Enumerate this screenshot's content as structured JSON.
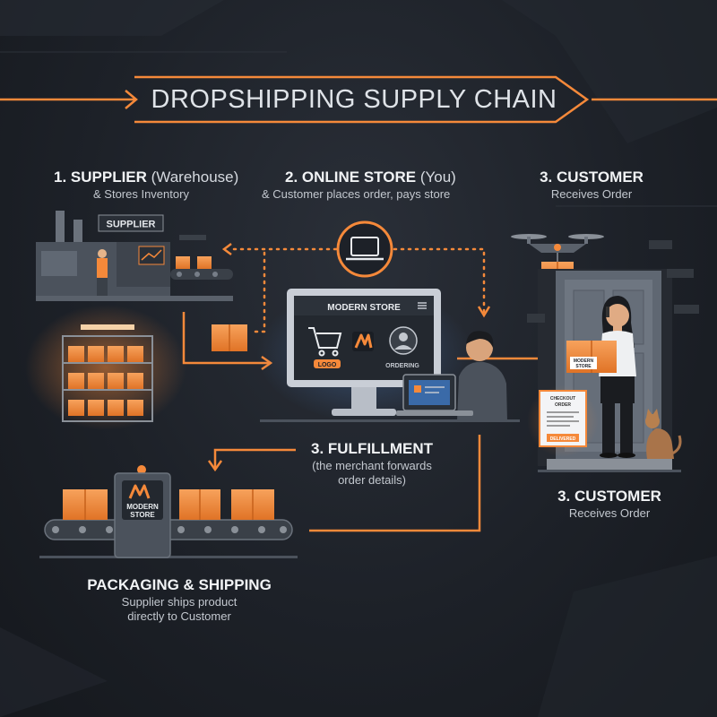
{
  "title": "DROPSHIPPING SUPPLY CHAIN",
  "stages": {
    "supplier": {
      "title_bold": "1. SUPPLIER",
      "title_light": " (Warehouse)",
      "subtitle": "& Stores Inventory"
    },
    "store": {
      "title_bold": "2. ONLINE STORE",
      "title_light": " (You)",
      "subtitle": "& Customer places order, pays store"
    },
    "customer_top": {
      "title": "3. CUSTOMER",
      "subtitle": "Receives Order"
    },
    "fulfillment": {
      "title": "3. FULFILLMENT",
      "subtitle_line1": "(the merchant forwards",
      "subtitle_line2": "order details)"
    },
    "customer_bottom": {
      "title": "3. CUSTOMER",
      "subtitle": "Receives Order"
    },
    "packaging": {
      "title": "PACKAGING & SHIPPING",
      "subtitle_line1": "Supplier ships product",
      "subtitle_line2": "directly to Customer"
    }
  },
  "illustration_text": {
    "supplier_sign": "SUPPLIER",
    "monitor_header": "MODERN STORE",
    "monitor_button": "LOGO",
    "monitor_status": "ORDERING",
    "machine_label_line1": "MODERN",
    "machine_label_line2": "STORE",
    "box_label_line1": "MODERN",
    "box_label_line2": "STORE",
    "receipt_line1": "CHECKOUT",
    "receipt_line2": "ORDER",
    "receipt_stamp": "DELIVERED"
  },
  "colors": {
    "accent": "#f5893a",
    "background": "#1d2128",
    "text": "#e9ecef"
  },
  "icons": [
    "laptop-icon",
    "shopping-cart-icon",
    "user-icon",
    "store-logo-icon",
    "menu-icon",
    "drone-icon",
    "cat-icon"
  ]
}
